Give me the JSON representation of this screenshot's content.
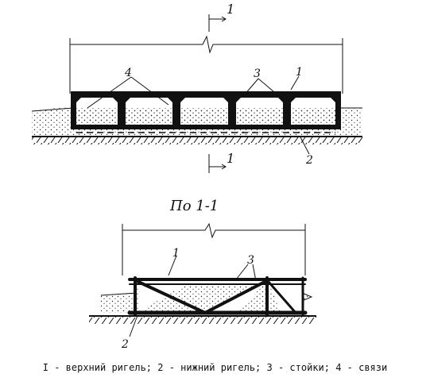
{
  "diagram": {
    "plan_view": {
      "section_marker_top": "1",
      "section_marker_bottom": "1",
      "callouts": [
        "4",
        "3",
        "1",
        "2"
      ]
    },
    "section_view": {
      "title": "По 1-1",
      "callouts": [
        "1",
        "3",
        "2"
      ]
    },
    "caption": "I - верхний ригель; 2 - нижний ригель; 3 - стойки; 4 - связи"
  }
}
